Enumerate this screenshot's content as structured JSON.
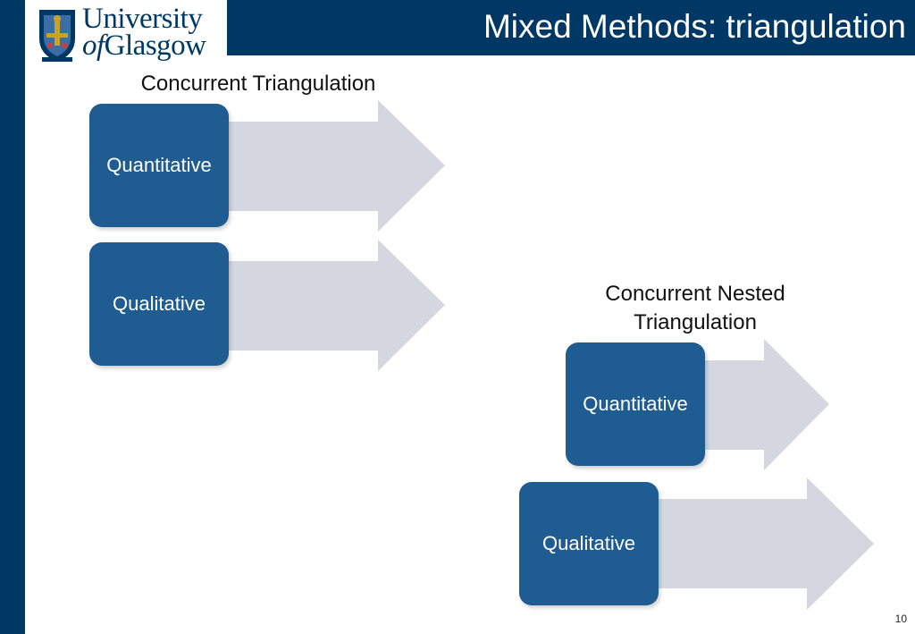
{
  "colors": {
    "navy": "#003865",
    "box_fill": "#1f5c92",
    "arrow_fill": "#d4d7e0"
  },
  "header": {
    "logo_line1": "University",
    "logo_line2_of": "of",
    "logo_line2_rest": "Glasgow",
    "title": "Mixed Methods: triangulation"
  },
  "diagram_concurrent": {
    "label": "Concurrent Triangulation",
    "boxes": [
      "Quantitative",
      "Qualitative"
    ]
  },
  "diagram_nested": {
    "label_line1": "Concurrent Nested",
    "label_line2": "Triangulation",
    "boxes": [
      "Quantitative",
      "Qualitative"
    ]
  },
  "page_number": "10"
}
